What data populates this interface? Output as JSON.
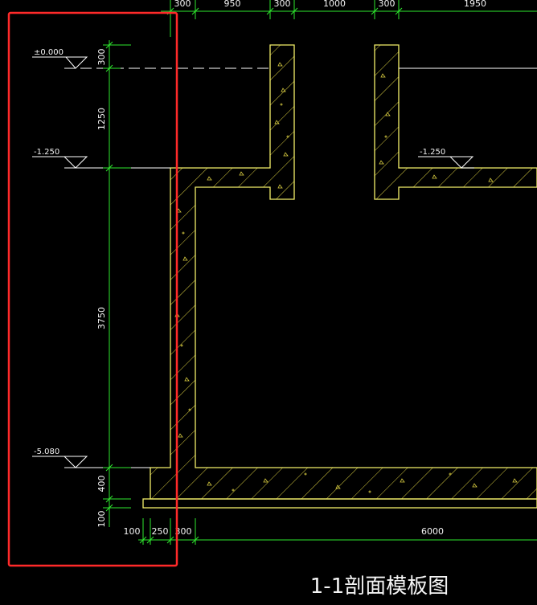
{
  "drawing": {
    "title": "1-1剖面模板图",
    "top_dims": [
      "300",
      "950",
      "300",
      "1000",
      "300",
      "1950"
    ],
    "left_dims": [
      "300",
      "1250",
      "3750",
      "400",
      "100"
    ],
    "bottom_dims": [
      "100",
      "250",
      "300",
      "6000"
    ],
    "elevations": [
      "±0.000",
      "-1.250",
      "-5.080",
      "-1.250"
    ],
    "colors": {
      "background": "#000000",
      "concrete_outline": "#f3ef6a",
      "dimension_line": "#2ee82e",
      "axis_line": "#ffffff",
      "text": "#f4f4f4",
      "highlight_box": "#ff2a2a"
    }
  }
}
